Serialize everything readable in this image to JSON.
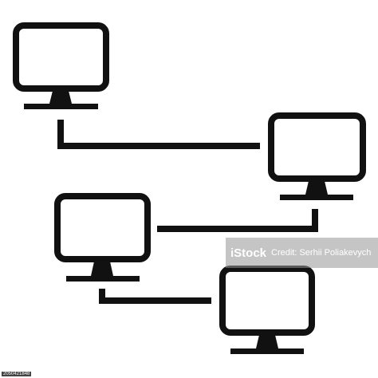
{
  "watermark": {
    "brand": "iStock",
    "credit": "Credit: Serhii Poliakevych"
  },
  "image_id": "2050421848",
  "icon_name": "network-computers-icon",
  "colors": {
    "ink": "#111111",
    "background": "#ffffff"
  },
  "computers": [
    {
      "name": "monitor-top-left"
    },
    {
      "name": "monitor-middle-right"
    },
    {
      "name": "monitor-middle-left"
    },
    {
      "name": "monitor-bottom-right"
    }
  ]
}
